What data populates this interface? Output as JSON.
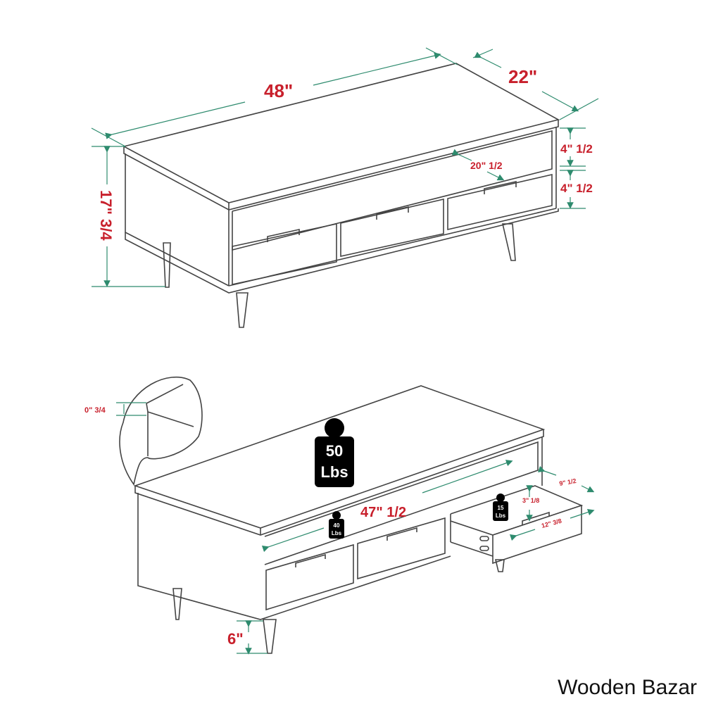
{
  "diagram": {
    "top_view": {
      "dimensions": {
        "length": "48\"",
        "depth": "22\"",
        "height": "17\" 3/4",
        "shelf_height": "4\" 1/2",
        "drawer_height": "4\" 1/2",
        "shelf_depth": "20\" 1/2"
      }
    },
    "bottom_view": {
      "dimensions": {
        "top_thickness": "0\" 3/4",
        "shelf_length": "47\" 1/2",
        "leg_height": "6\"",
        "drawer_depth": "9\" 1/2",
        "drawer_inner_height": "3\" 1/8",
        "drawer_width": "12\" 3/8"
      },
      "weights": {
        "top": {
          "value": "50",
          "unit": "Lbs"
        },
        "shelf": {
          "value": "40",
          "unit": "Lbs"
        },
        "drawer": {
          "value": "15",
          "unit": "Lbs"
        }
      }
    },
    "colors": {
      "dimension_text": "#c8202c",
      "dimension_line": "#2e8b6e",
      "outline": "#333333"
    }
  },
  "watermark": "Wooden Bazar"
}
